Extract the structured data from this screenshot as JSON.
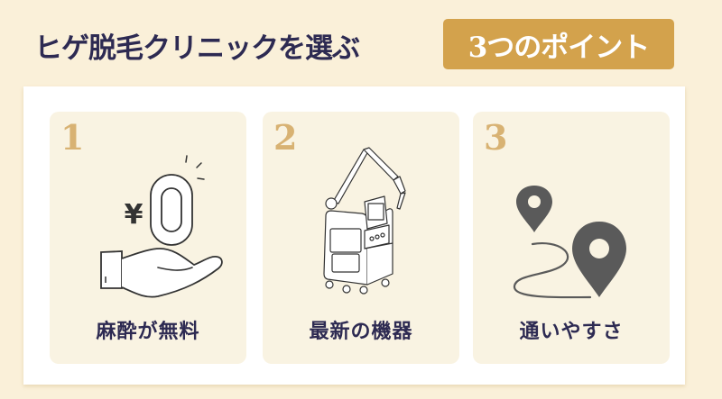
{
  "header": {
    "title": "ヒゲ脱毛クリニックを選ぶ",
    "badge": "3つのポイント"
  },
  "colors": {
    "background": "#faf0d9",
    "title_text": "#2d2a52",
    "badge_bg": "#d3a24c",
    "badge_text": "#ffffff",
    "card_bg": "#f9f3e2",
    "number": "#d8b273",
    "icon_dark": "#5a5a5a"
  },
  "points": [
    {
      "number": "1",
      "label": "麻酔が無料",
      "icon": "hand-yen-zero-icon",
      "icon_text": "¥",
      "icon_digit": "0"
    },
    {
      "number": "2",
      "label": "最新の機器",
      "icon": "laser-machine-icon"
    },
    {
      "number": "3",
      "label": "通いやすさ",
      "icon": "map-route-pins-icon"
    }
  ]
}
